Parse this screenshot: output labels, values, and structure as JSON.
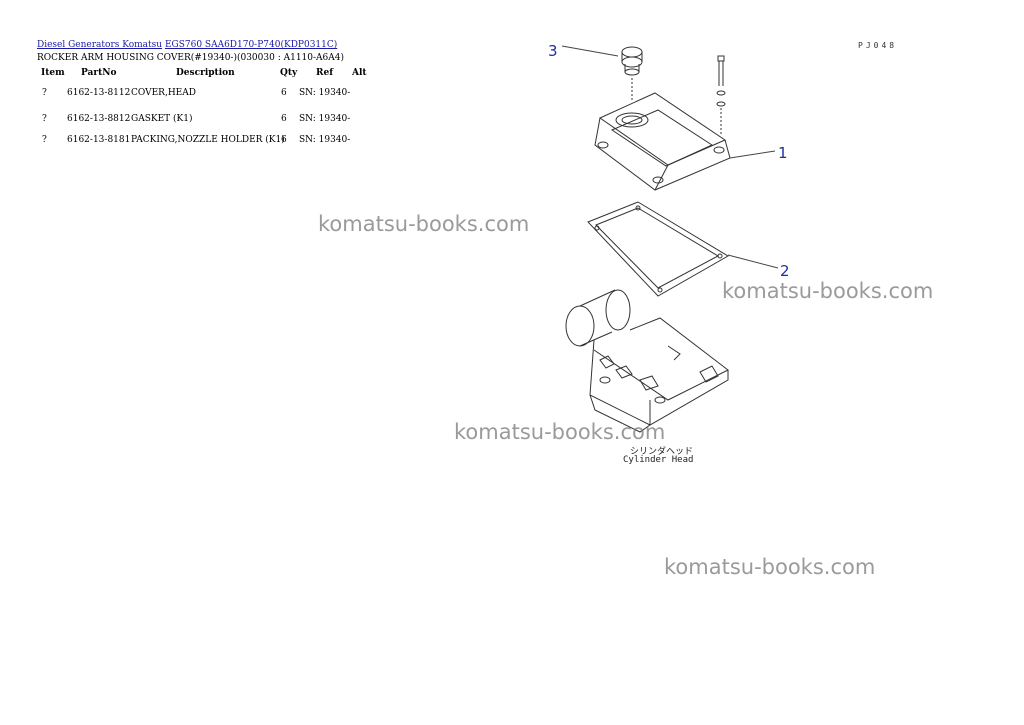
{
  "breadcrumb": {
    "link1": "Diesel Generators Komatsu",
    "link2": "EGS760 SAA6D170-P740(KDP0311C)"
  },
  "subtitle": "ROCKER ARM HOUSING COVER(#19340-)(030030 : A1110-A6A4)",
  "table": {
    "headers": {
      "item": "Item",
      "partno": "PartNo",
      "description": "Description",
      "qty": "Qty",
      "ref": "Ref",
      "alt": "Alt"
    },
    "rows": [
      {
        "item": "?",
        "partno": "6162-13-8112",
        "description": "COVER,HEAD",
        "qty": "6",
        "ref": "SN: 19340-"
      },
      {
        "item": "?",
        "partno": "6162-13-8812",
        "description": "GASKET (K1)",
        "qty": "6",
        "ref": "SN: 19340-"
      },
      {
        "item": "?",
        "partno": "6162-13-8181",
        "description": "PACKING,NOZZLE HOLDER (K1)",
        "qty": "6",
        "ref": "SN: 19340-"
      }
    ]
  },
  "diagram": {
    "code": "PJ048",
    "callouts": [
      "1",
      "2",
      "3"
    ],
    "caption_jp": "シリンダヘッド",
    "caption_en": "Cylinder Head"
  },
  "watermark": "komatsu-books.com"
}
